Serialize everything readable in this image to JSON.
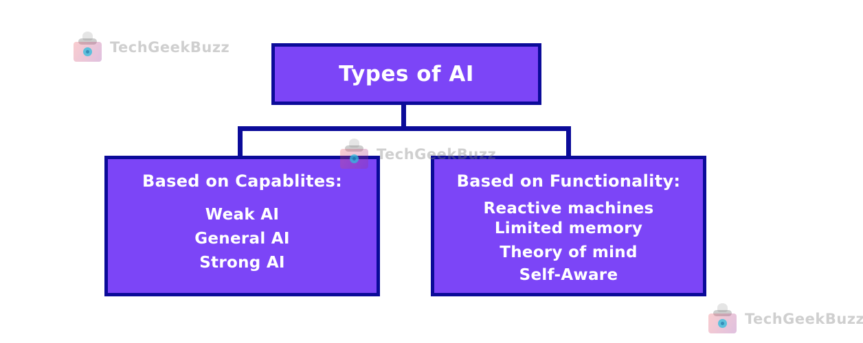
{
  "root_box": {
    "title": "Types of AI"
  },
  "left_box": {
    "title": "Based on Capablites:",
    "items": [
      "Weak AI",
      "General AI",
      "Strong AI"
    ]
  },
  "right_box": {
    "title": "Based on Functionality:",
    "items": [
      "Reactive machines",
      "Limited memory",
      "Theory of mind",
      "Self-Aware"
    ]
  },
  "watermark": {
    "brand": "TechGeekBuzz"
  },
  "colors": {
    "box_fill": "#7C45F7",
    "box_border": "#0B0B99",
    "connector": "#0B0B99",
    "box_text": "#FFFFFF",
    "watermark_text": "#CFCFCF",
    "watermark_badge": "#2CBEDE",
    "background": "#FFFFFF"
  }
}
